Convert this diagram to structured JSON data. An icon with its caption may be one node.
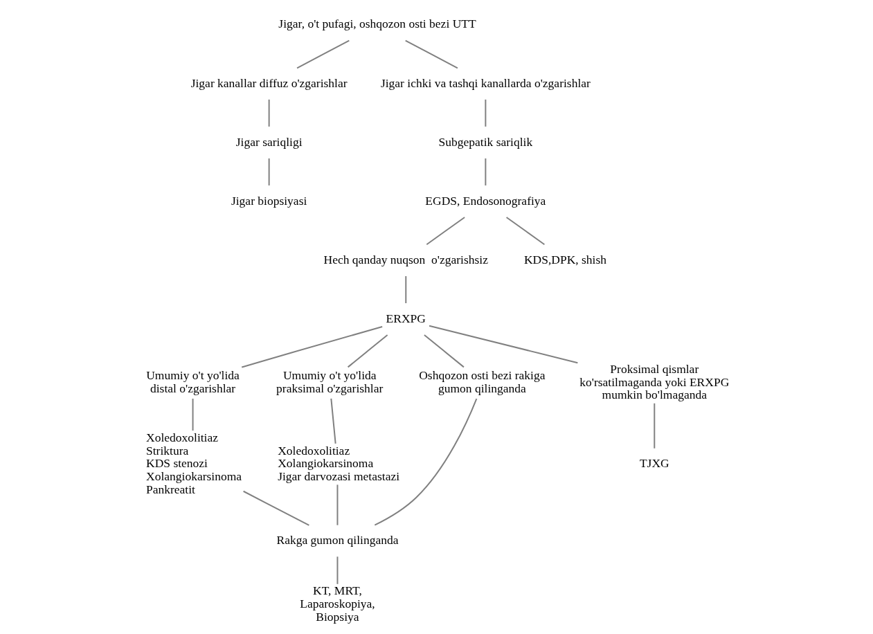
{
  "diagram": {
    "nodes": [
      {
        "text": [
          "Jigar, o't pufagi, oshqozon osti bezi UTT"
        ]
      },
      {
        "text": [
          "Jigar kanallar diffuz o'zgarishlar"
        ]
      },
      {
        "text": [
          "Jigar ichki va tashqi kanallarda o'zgarishlar"
        ]
      },
      {
        "text": [
          "Jigar sariqligi"
        ]
      },
      {
        "text": [
          "Jigar biopsiyasi"
        ]
      },
      {
        "text": [
          "Subgepatik sariqlik"
        ]
      },
      {
        "text": [
          "EGDS, Endosonografiya"
        ]
      },
      {
        "text": [
          "Hech qanday nuqson  o'zgarishsiz"
        ]
      },
      {
        "text": [
          "KDS,DPK, shish"
        ]
      },
      {
        "text": [
          "ERXPG"
        ]
      },
      {
        "text": [
          "Umumiy o't yo'lida distal o'zgarishlar"
        ]
      },
      {
        "text": [
          "Umumiy o't yo'lida praksimal o'zgarishlar"
        ]
      },
      {
        "text": [
          "Oshqozon osti bezi rakiga gumon qilinganda"
        ]
      },
      {
        "text": [
          "Proksimal qismlar ko'rsatilmaganda yoki ERXPG mumkin bo'lmaganda"
        ]
      },
      {
        "text": [
          "Xoledoxolitiaz",
          "Striktura",
          "KDS stenozi",
          "Xolangiokarsinoma",
          "Pankreatit"
        ]
      },
      {
        "text": [
          "Xoledoxolitiaz",
          "Xolangiokarsinoma",
          "Jigar darvozasi metastazi"
        ]
      },
      {
        "text": [
          "TJXG"
        ]
      },
      {
        "text": [
          "Rakga gumon qilinganda"
        ]
      },
      {
        "text": [
          "KT, MRT, Laparoskopiya, Biopsiya"
        ]
      }
    ],
    "edges": [
      {
        "from": 0,
        "to": 1,
        "arrow": "none"
      },
      {
        "from": 0,
        "to": 2,
        "arrow": "none"
      },
      {
        "from": 1,
        "to": 3,
        "arrow": "none"
      },
      {
        "from": 3,
        "to": 4,
        "arrow": "none"
      },
      {
        "from": 2,
        "to": 5,
        "arrow": "none"
      },
      {
        "from": 5,
        "to": 6,
        "arrow": "none"
      },
      {
        "from": 6,
        "to": 7,
        "arrow": "none"
      },
      {
        "from": 6,
        "to": 8,
        "arrow": "none"
      },
      {
        "from": 7,
        "to": 9,
        "arrow": "none"
      },
      {
        "from": 9,
        "to": 10,
        "arrow": "none"
      },
      {
        "from": 9,
        "to": 11,
        "arrow": "none"
      },
      {
        "from": 9,
        "to": 12,
        "arrow": "none"
      },
      {
        "from": 9,
        "to": 13,
        "arrow": "none"
      },
      {
        "from": 10,
        "to": 14,
        "arrow": "none"
      },
      {
        "from": 11,
        "to": 15,
        "arrow": "none"
      },
      {
        "from": 13,
        "to": 16,
        "arrow": "none"
      },
      {
        "from": 14,
        "to": 17,
        "arrow": "none"
      },
      {
        "from": 15,
        "to": 17,
        "arrow": "none"
      },
      {
        "from": 12,
        "to": 17,
        "arrow": "none"
      },
      {
        "from": 17,
        "to": 18,
        "arrow": "none"
      }
    ]
  }
}
